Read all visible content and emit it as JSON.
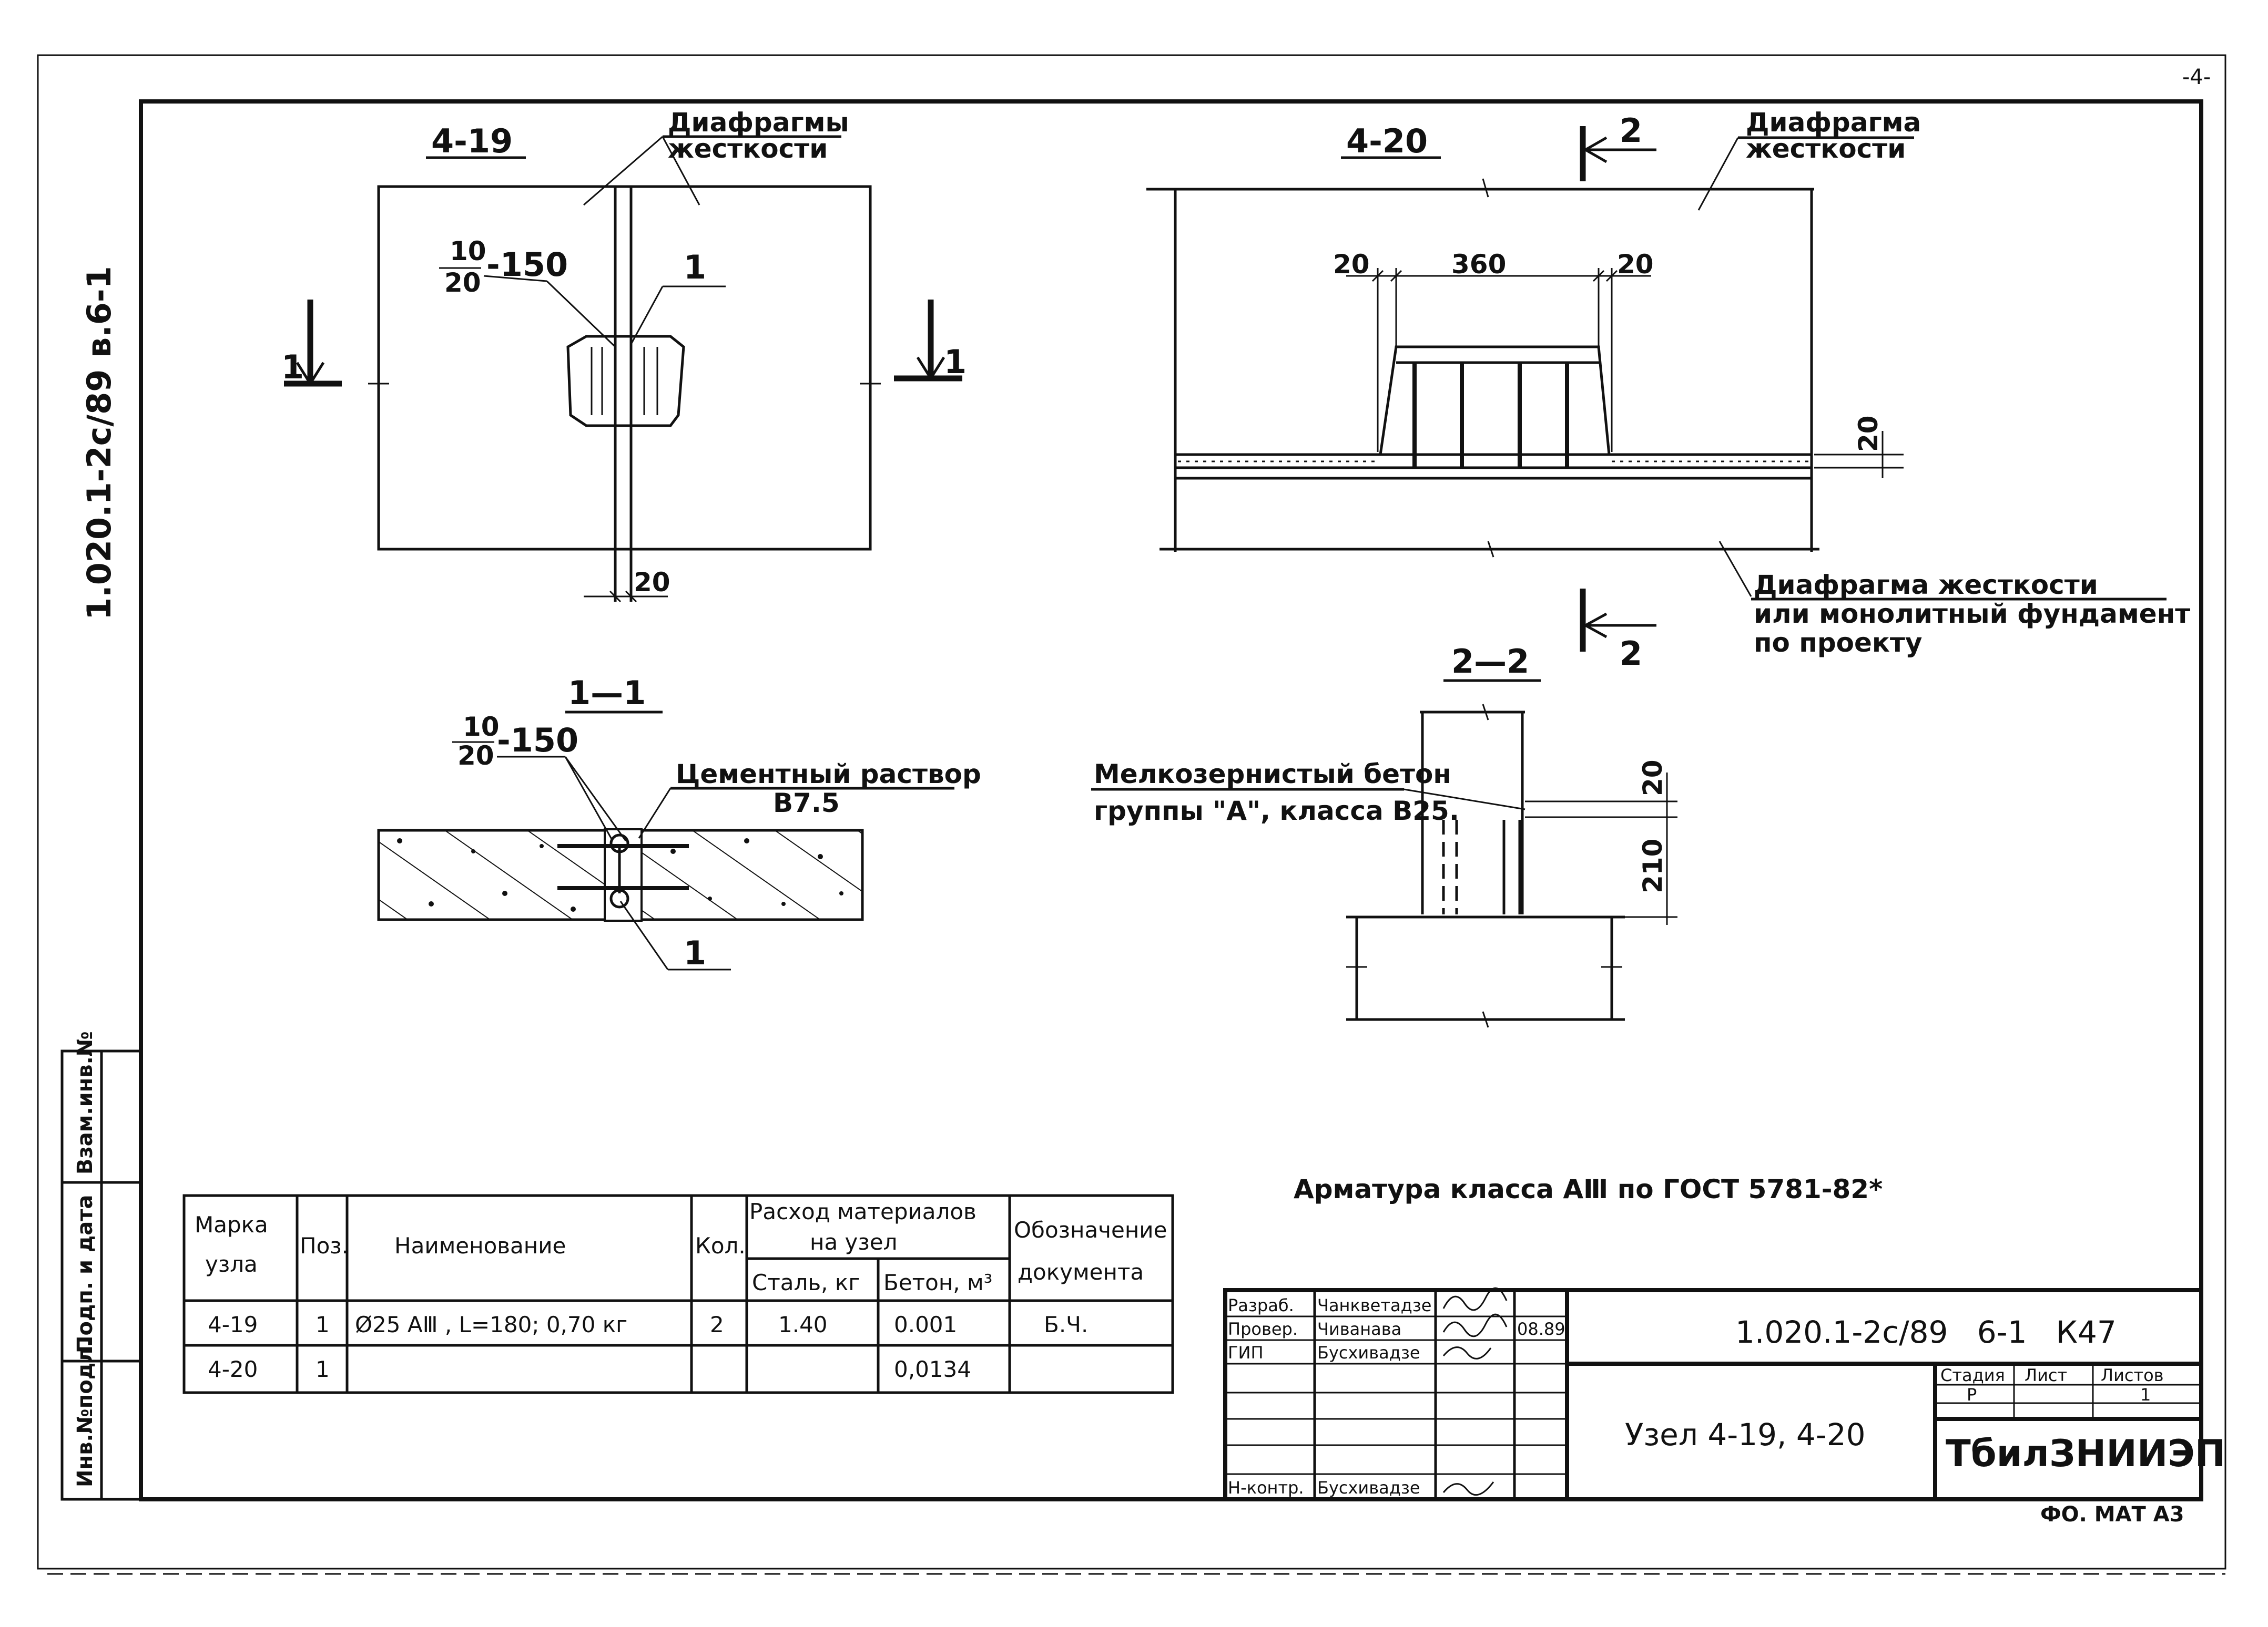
{
  "doc": {
    "side_code": "1.020.1-2с/89 в.6-1",
    "corner_mark": "-4-",
    "format_note": "ФО. МАТ А3",
    "steel_note": "Арматура класса АⅢ по ГОСТ 5781-82*"
  },
  "left_strip": [
    "Инв.№подл.",
    "Подп. и дата",
    "Взам.инв.№"
  ],
  "node_419": {
    "title": "4-19",
    "label_line1": "Диафрагмы",
    "label_line2": "жесткости",
    "spacing_num": "10",
    "spacing_den": "20",
    "spacing_tail": "-150",
    "pos_mark": "1",
    "cut_left": "1",
    "cut_right": "1",
    "dim_gap": "20"
  },
  "section_11": {
    "title": "1—1",
    "spacing_num": "10",
    "spacing_den": "20",
    "spacing_tail": "-150",
    "mortar_line1": "Цементный раствор",
    "mortar_line2": "В7.5",
    "pos_mark": "1"
  },
  "node_420": {
    "title": "4-20",
    "cut_top": "2",
    "cut_bottom": "2",
    "label_top_line1": "Диафрагма",
    "label_top_line2": "жесткости",
    "dim_left": "20",
    "dim_mid": "360",
    "dim_right": "20",
    "dim_side": "20",
    "label_bottom_line1": "Диафрагма жесткости",
    "label_bottom_line2": "или монолитный фундамент",
    "label_bottom_line3": "по проекту"
  },
  "section_22": {
    "title": "2—2",
    "concrete_line1": "Мелкозернистый бетон",
    "concrete_line2": "группы \"А\", класса В25.",
    "dim_top": "20",
    "dim_bottom": "210"
  },
  "spec_table": {
    "headers": {
      "mark": [
        "Марка",
        "узла"
      ],
      "pos": "Поз.",
      "name": "Наименование",
      "qty": "Кол.",
      "consumption": [
        "Расход материалов",
        "на узел"
      ],
      "steel": "Сталь, кг",
      "concrete": "Бетон, м³",
      "doc": [
        "Обозначение",
        "документа"
      ]
    },
    "rows": [
      {
        "mark": "4-19",
        "pos": "1",
        "name": "Ø25 АⅢ , L=180; 0,70 кг",
        "qty": "2",
        "steel": "1.40",
        "concrete": "0.001",
        "doc": "Б.Ч."
      },
      {
        "mark": "4-20",
        "pos": "1",
        "name": "",
        "qty": "",
        "steel": "",
        "concrete": "0,0134",
        "doc": ""
      }
    ]
  },
  "title_block": {
    "roles": [
      {
        "role": "Разраб.",
        "name": "Чанкветадзе",
        "date": ""
      },
      {
        "role": "Провер.",
        "name": "Чиванава",
        "date": "08.89"
      },
      {
        "role": "ГИП",
        "name": "Бусхивадзе",
        "date": ""
      },
      {
        "role": "Н-контр.",
        "name": "Бусхивадзе",
        "date": ""
      }
    ],
    "code": "1.020.1-2с/89   6-1   К47",
    "title": "Узел 4-19, 4-20",
    "stage_head": "Стадия",
    "sheet_head": "Лист",
    "sheets_head": "Листов",
    "stage": "Р",
    "sheet": "",
    "sheets": "1",
    "org": "ТбилЗНИИЭП"
  }
}
